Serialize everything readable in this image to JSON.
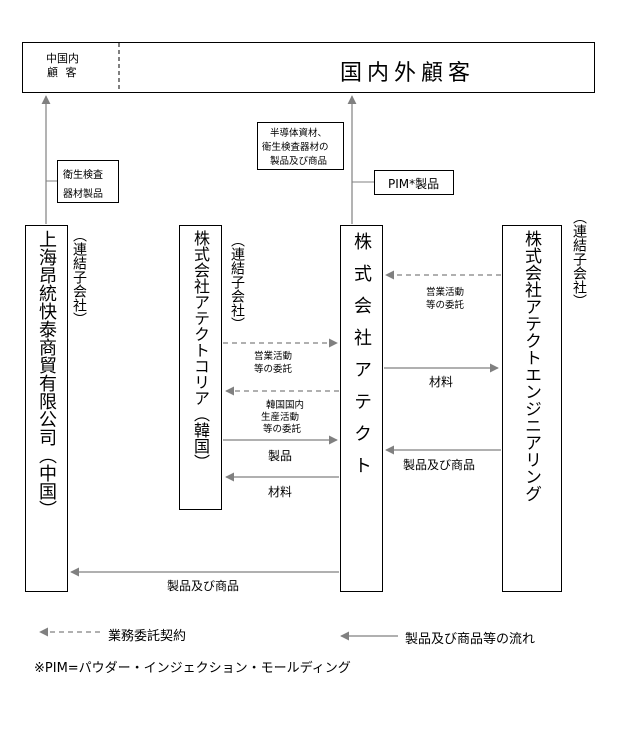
{
  "customers": {
    "domestic_label_line1": "中国内",
    "domestic_label_line2": "顧 客",
    "main_label": "国内外顧客"
  },
  "companies": {
    "shanghai": "上海昂統快泰商貿有限公司（中国）",
    "korea": "株式会社アテクトコリア（韓国）",
    "atect": "株式会社アテクト",
    "engineering": "株式会社アテクトエンジニアリング"
  },
  "subsidiary_tags": {
    "shanghai": "（連結子会社）",
    "korea": "（連結子会社）",
    "engineering": "（連結子会社）"
  },
  "flow_labels": {
    "shanghai_to_customer_line1": "衛生検査",
    "shanghai_to_customer_line2": "器材製品",
    "atect_to_customer_line1": "半導体資材、",
    "atect_to_customer_line2": "衛生検査器材の",
    "atect_to_customer_line3": "製品及び商品",
    "pim_products": "PIM*製品",
    "eng_sales_line1": "営業活動",
    "eng_sales_line2": "等の委託",
    "korea_sales_line1": "営業活動",
    "korea_sales_line2": "等の委託",
    "korea_prod_line1": "韓国国内",
    "korea_prod_line2": "生産活動",
    "korea_prod_line3": "等の委託",
    "materials_to_eng": "材料",
    "products_from_eng": "製品及び商品",
    "products_from_korea": "製品",
    "materials_to_korea": "材料",
    "products_to_shanghai": "製品及び商品"
  },
  "legend": {
    "dashed_label": "業務委託契約",
    "solid_label": "製品及び商品等の流れ"
  },
  "footnote": "※PIM=パウダー・インジェクション・モールディング",
  "colors": {
    "arrow": "#808080",
    "border": "#000000"
  }
}
